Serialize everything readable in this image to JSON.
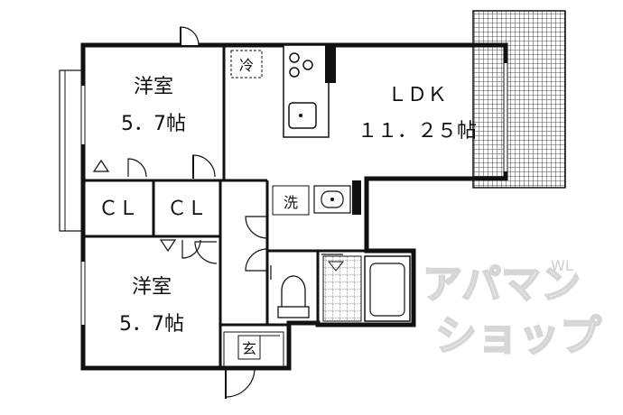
{
  "rooms": {
    "bedroom_top": {
      "name": "洋室",
      "size": "5．7帖"
    },
    "bedroom_bottom": {
      "name": "洋室",
      "size": "5．7帖"
    },
    "ldk": {
      "name": "ＬＤＫ",
      "size": "１１．２５帖"
    },
    "closet_left": "ＣＬ",
    "closet_right": "ＣＬ"
  },
  "fixtures": {
    "refrigerator": "冷",
    "washer": "洗",
    "entrance": "玄"
  },
  "watermark": {
    "line1": "アパマン",
    "line2": "ショップ",
    "mark": "WL"
  },
  "colors": {
    "wall": "#111111",
    "watermark": "#d6d6d6"
  }
}
